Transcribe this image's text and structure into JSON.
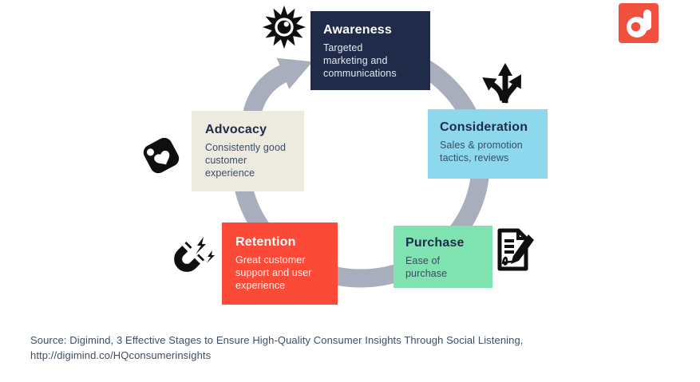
{
  "diagram": {
    "title": "customer-journey-cycle",
    "icon_color": "#0f0f0f",
    "ring": {
      "color": "#a9aebc"
    },
    "stages": [
      {
        "id": "awareness",
        "title": "Awareness",
        "description": "Targeted marketing and communications",
        "bg": "#1f2b49",
        "title_color": "#ffffff",
        "desc_color": "#e4e8ef",
        "icon": "eye-sunburst-icon"
      },
      {
        "id": "consideration",
        "title": "Consideration",
        "description": "Sales & promotion tactics, reviews",
        "bg": "#8ed8ee",
        "title_color": "#1f2b49",
        "desc_color": "#3d4b61",
        "icon": "three-way-arrows-icon"
      },
      {
        "id": "purchase",
        "title": "Purchase",
        "description": "Ease of purchase",
        "bg": "#7fe2b1",
        "title_color": "#1f2b49",
        "desc_color": "#3d4b61",
        "icon": "contract-pen-icon"
      },
      {
        "id": "retention",
        "title": "Retention",
        "description": "Great customer support and user experience",
        "bg": "#fb4a38",
        "title_color": "#ffffff",
        "desc_color": "#fdf4f2",
        "icon": "magnet-icon"
      },
      {
        "id": "advocacy",
        "title": "Advocacy",
        "description": "Consistently good customer experience",
        "bg": "#edeadf",
        "title_color": "#1f2b49",
        "desc_color": "#3d4b61",
        "icon": "heart-tag-icon"
      }
    ]
  },
  "logo": {
    "name": "Digimind",
    "glyph": "d",
    "color": "#f2503f"
  },
  "source": {
    "line1": "Source: Digimind, 3 Effective Stages to Ensure High-Quality Consumer Insights Through Social Listening,",
    "line2": "http://digimind.co/HQconsumerinsights"
  }
}
